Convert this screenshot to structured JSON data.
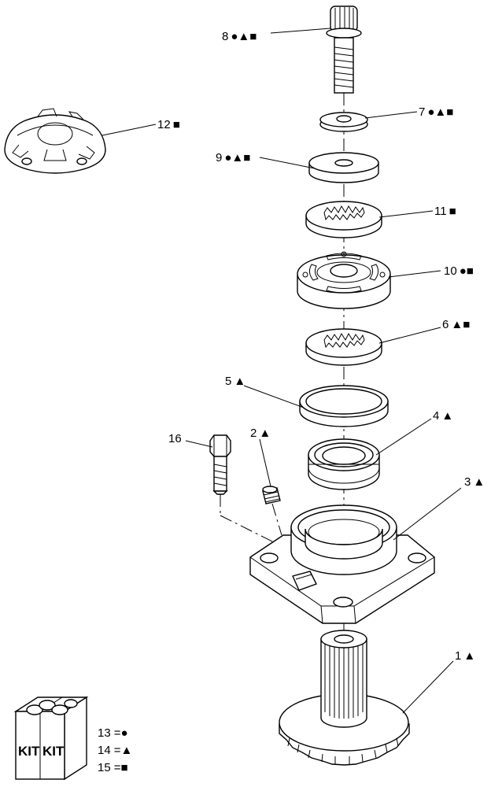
{
  "callouts": [
    {
      "id": "c8",
      "num": "8",
      "sym": "●▲■"
    },
    {
      "id": "c7",
      "num": "7",
      "sym": "●▲■"
    },
    {
      "id": "c12",
      "num": "12",
      "sym": "■"
    },
    {
      "id": "c9",
      "num": "9",
      "sym": "●▲■"
    },
    {
      "id": "c11",
      "num": "11",
      "sym": "■"
    },
    {
      "id": "c10",
      "num": "10",
      "sym": "●■"
    },
    {
      "id": "c6",
      "num": "6",
      "sym": "▲■"
    },
    {
      "id": "c5",
      "num": "5",
      "sym": "▲"
    },
    {
      "id": "c4",
      "num": "4",
      "sym": "▲"
    },
    {
      "id": "c16",
      "num": "16",
      "sym": ""
    },
    {
      "id": "c2",
      "num": "2",
      "sym": "▲"
    },
    {
      "id": "c3",
      "num": "3",
      "sym": "▲"
    },
    {
      "id": "c1",
      "num": "1",
      "sym": "▲"
    }
  ],
  "kit": {
    "box_label_left": "KIT",
    "box_label_right": "KIT",
    "legend": [
      {
        "num": "13",
        "eq": "=",
        "sym": "●"
      },
      {
        "num": "14",
        "eq": "=",
        "sym": "▲"
      },
      {
        "num": "15",
        "eq": "=",
        "sym": "■"
      }
    ]
  }
}
